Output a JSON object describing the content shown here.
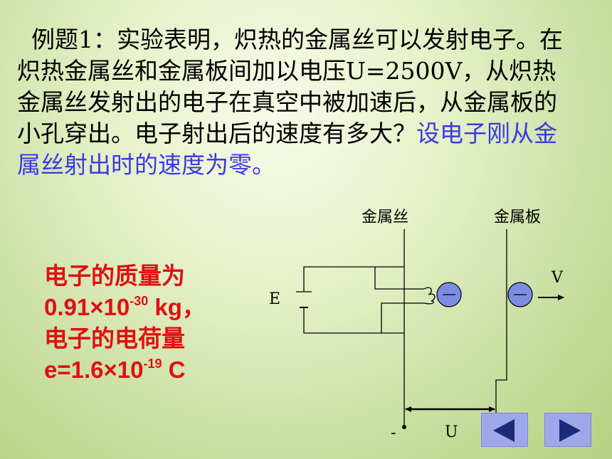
{
  "problem": {
    "text_black": "例题1：实验表明，炽热的金属丝可以发射电子。在炽热金属丝和金属板间加以电压U=2500V，从炽热金属丝发射出的电子在真空中被加速后，从金属板的小孔穿出。电子射出后的速度有多大？",
    "text_blue": "设电子刚从金属丝射出时的速度为零。"
  },
  "given": {
    "mass_label": "电子的质量为",
    "mass_value": "0.91×10",
    "mass_exp": "-30",
    "mass_unit": " kg，",
    "charge_label": "电子的电荷量",
    "charge_value": "e=1.6×10",
    "charge_exp": "-19",
    "charge_unit": " C"
  },
  "diagram": {
    "label_filament": "金属丝",
    "label_plate": "金属板",
    "label_source": "E",
    "label_velocity": "V",
    "label_voltage": "U",
    "label_minus": "-",
    "colors": {
      "electron": "#7b8de0",
      "line": "#000000"
    }
  },
  "nav": {
    "prev_icon": "triangle-left",
    "next_icon": "triangle-right",
    "color": "#9ea8e8"
  },
  "colors": {
    "problem_text": "#000000",
    "highlight_text": "#3a3ae6",
    "given_text": "#e01010"
  }
}
